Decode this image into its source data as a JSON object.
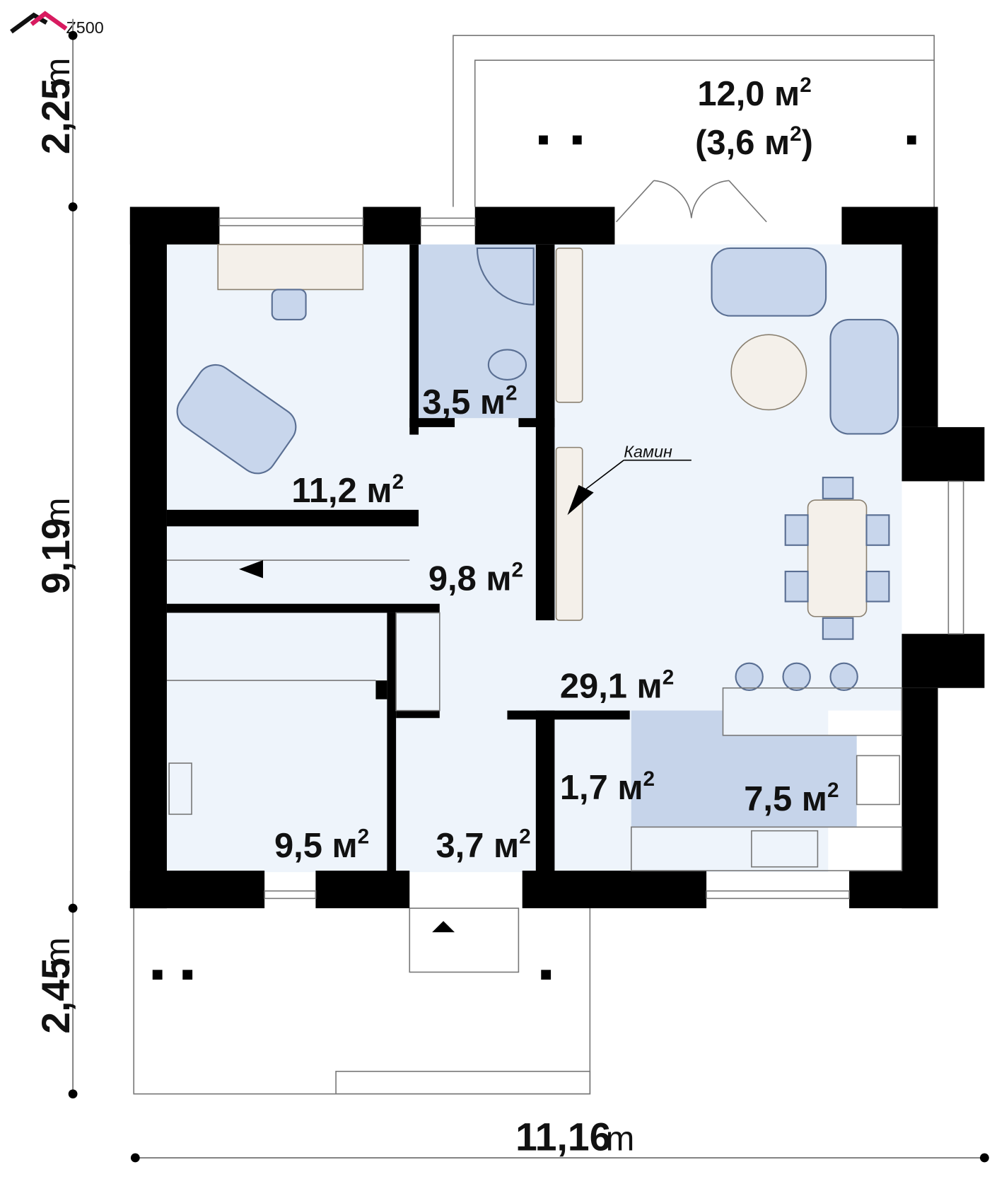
{
  "logo": {
    "text": "Z500",
    "colors": {
      "roof_black": "#111111",
      "roof_pink": "#d81b60"
    }
  },
  "dimensions": {
    "terrace_top_depth": {
      "value": "2,25",
      "unit": "m"
    },
    "house_depth": {
      "value": "9,19",
      "unit": "m"
    },
    "porch_depth": {
      "value": "2,45",
      "unit": "m"
    },
    "house_width": {
      "value": "11,16",
      "unit": "m"
    }
  },
  "rooms": {
    "terrace": {
      "area": "12,0 м",
      "sub_area": "(3,6 м",
      "sub_close": ")",
      "sup": "2"
    },
    "bedroom": {
      "area": "11,2 м",
      "sup": "2"
    },
    "bathroom": {
      "area": "3,5 м",
      "sup": "2"
    },
    "hall": {
      "area": "9,8 м",
      "sup": "2"
    },
    "living": {
      "area": "29,1 м",
      "sup": "2"
    },
    "utility": {
      "area": "9,5 м",
      "sup": "2"
    },
    "vestibule": {
      "area": "3,7 м",
      "sup": "2"
    },
    "pantry": {
      "area": "1,7 м",
      "sup": "2"
    },
    "kitchen": {
      "area": "7,5 м",
      "sup": "2"
    }
  },
  "annotations": {
    "fireplace": "Камин"
  },
  "colors": {
    "room_fill": "#eef4fb",
    "wet_fill": "#c9d7ec",
    "wall": "#000000",
    "furniture": "#c8d6ec"
  }
}
